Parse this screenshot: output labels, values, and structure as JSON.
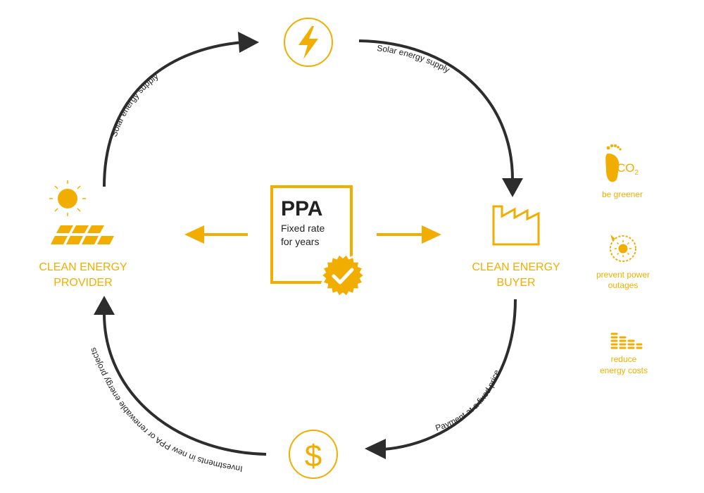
{
  "colors": {
    "accent": "#F2AE00",
    "arrow": "#2d2d2d",
    "text_dark": "#222222",
    "white": "#ffffff"
  },
  "flows": {
    "top_left": "Solar energy supply",
    "top_right": "Solar energy supply",
    "bottom_right": "Payment at a fixed price",
    "bottom_left": "Investments in new PPA or renewable energy projects"
  },
  "provider": {
    "label_line1": "CLEAN ENERGY",
    "label_line2": "PROVIDER",
    "icons": [
      "sun-icon",
      "solar-panel-icon"
    ]
  },
  "buyer": {
    "label_line1": "CLEAN ENERGY",
    "label_line2": "BUYER",
    "icon": "factory-icon"
  },
  "ppa": {
    "title": "PPA",
    "line1": "Fixed rate",
    "line2": "for years",
    "icon": "checkmark-badge-icon"
  },
  "energy_node": {
    "icon": "lightning-bolt-icon"
  },
  "payment_node": {
    "symbol": "$",
    "icon": "dollar-icon"
  },
  "benefits": [
    {
      "icon": "footprint-co2-icon",
      "co2": "CO",
      "co2_sub": "2",
      "line1": "be greener",
      "line2": ""
    },
    {
      "icon": "power-outage-icon",
      "line1": "prevent power",
      "line2": "outages"
    },
    {
      "icon": "coin-stacks-icon",
      "line1": "reduce",
      "line2": "energy costs"
    }
  ]
}
